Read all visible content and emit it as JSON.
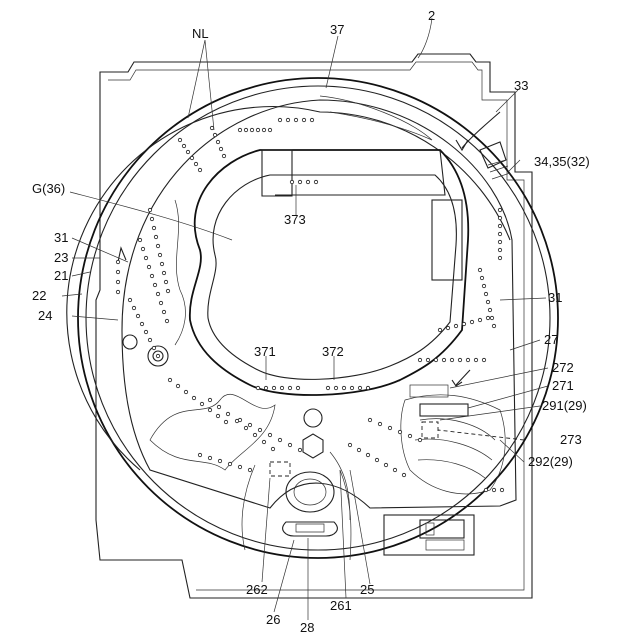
{
  "labels": {
    "l2": "2",
    "l37": "37",
    "lNL": "NL",
    "l33": "33",
    "l3435": "34,35(32)",
    "lG": "G(36)",
    "l373": "373",
    "l31a": "31",
    "l23": "23",
    "l21": "21",
    "l22": "22",
    "l24": "24",
    "l31b": "31",
    "l27": "27",
    "l272": "272",
    "l271": "271",
    "l371": "371",
    "l372": "372",
    "l291": "291(29)",
    "l273": "273",
    "l292": "292(29)",
    "l262": "262",
    "l25": "25",
    "l261": "261",
    "l26": "26",
    "l28": "28"
  }
}
